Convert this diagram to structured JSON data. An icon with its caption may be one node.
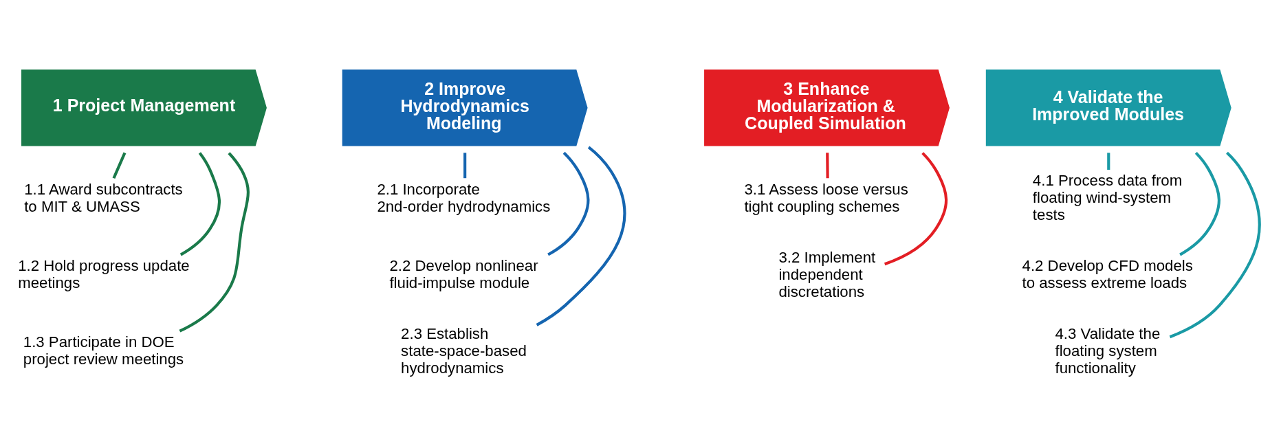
{
  "diagram": {
    "nodes": [
      {
        "text": [
          "1 Project Management"
        ]
      },
      {
        "text": [
          "1.1 Award subcontracts to MIT & UMASS"
        ]
      },
      {
        "text": [
          "1.2 Hold progress update meetings"
        ]
      },
      {
        "text": [
          "1.3 Participate in DOE project review meetings"
        ]
      },
      {
        "text": [
          "2 Improve Hydrodynamics Modeling"
        ]
      },
      {
        "text": [
          "2.1 Incorporate 2nd-order hydrodynamics"
        ]
      },
      {
        "text": [
          "2.2 Develop nonlinear fluid-impulse module"
        ]
      },
      {
        "text": [
          "2.3 Establish state-space-based hydrodynamics"
        ]
      },
      {
        "text": [
          "3 Enhance Modularization & Coupled Simulation"
        ]
      },
      {
        "text": [
          "3.1 Assess loose versus tight coupling schemes"
        ]
      },
      {
        "text": [
          "3.2 Implement independent discretations"
        ]
      },
      {
        "text": [
          "4 Validate the Improved Modules"
        ]
      },
      {
        "text": [
          "4.1 Process data from floating wind-system tests"
        ]
      },
      {
        "text": [
          "4.2 Develop CFD models to assess extreme loads"
        ]
      },
      {
        "text": [
          "4.3 Validate the floating system functionality"
        ]
      }
    ],
    "edges": [
      {
        "from": 0,
        "to": 1,
        "arrow": "none",
        "color": "#1a7a4a"
      },
      {
        "from": 0,
        "to": 2,
        "arrow": "none",
        "color": "#1a7a4a"
      },
      {
        "from": 0,
        "to": 3,
        "arrow": "none",
        "color": "#1a7a4a"
      },
      {
        "from": 4,
        "to": 5,
        "arrow": "none",
        "color": "#1565b0"
      },
      {
        "from": 4,
        "to": 6,
        "arrow": "none",
        "color": "#1565b0"
      },
      {
        "from": 4,
        "to": 7,
        "arrow": "none",
        "color": "#1565b0"
      },
      {
        "from": 8,
        "to": 9,
        "arrow": "none",
        "color": "#e31e24"
      },
      {
        "from": 8,
        "to": 10,
        "arrow": "none",
        "color": "#e31e24"
      },
      {
        "from": 11,
        "to": 12,
        "arrow": "none",
        "color": "#1a9aa5"
      },
      {
        "from": 11,
        "to": 13,
        "arrow": "none",
        "color": "#1a9aa5"
      },
      {
        "from": 11,
        "to": 14,
        "arrow": "none",
        "color": "#1a9aa5"
      }
    ]
  }
}
